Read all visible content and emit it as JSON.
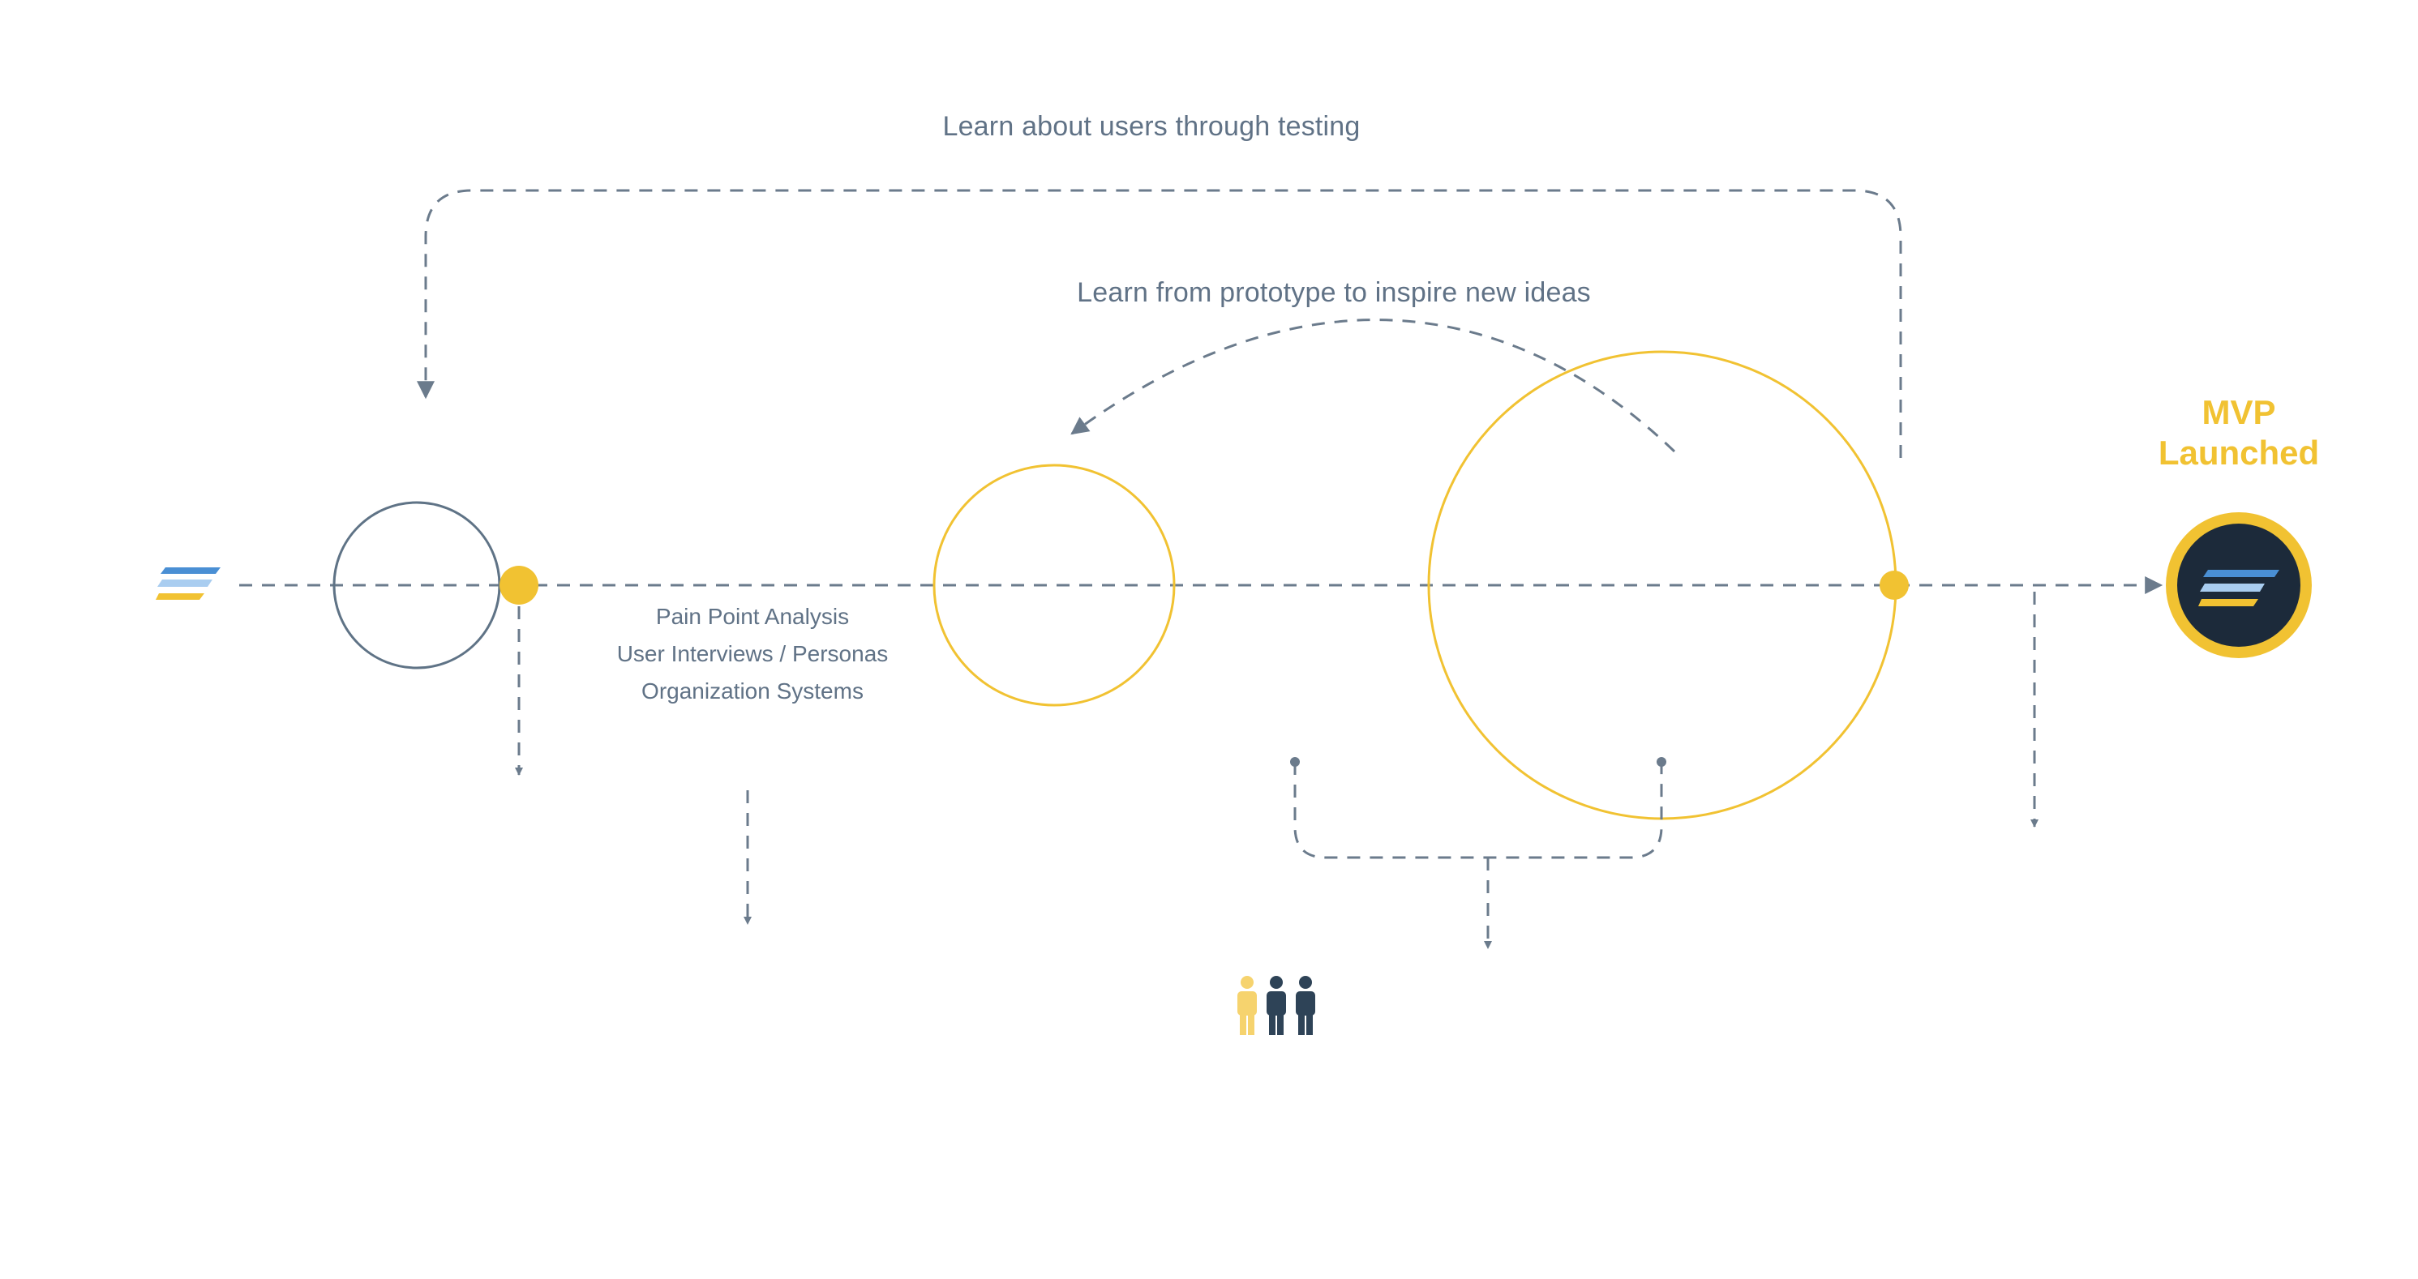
{
  "loops": {
    "outer": "Learn about users through testing",
    "inner": "Learn from prototype to inspire new ideas"
  },
  "research_steps": [
    "Pain Point Analysis",
    "User Interviews / Personas",
    "Organization Systems"
  ],
  "milestone": {
    "line1": "MVP",
    "line2": "Launched"
  },
  "colors": {
    "accent_yellow": "#f1c232",
    "line_gray": "#6b7b8c",
    "circle_gray": "#5f7386",
    "navy": "#1c2a3a",
    "logo_blue": "#4a8fd4",
    "logo_light_blue": "#a9cdf0"
  },
  "icons": {
    "start": "logo-icon",
    "end": "logo-badge-icon",
    "team": "people-icon"
  }
}
